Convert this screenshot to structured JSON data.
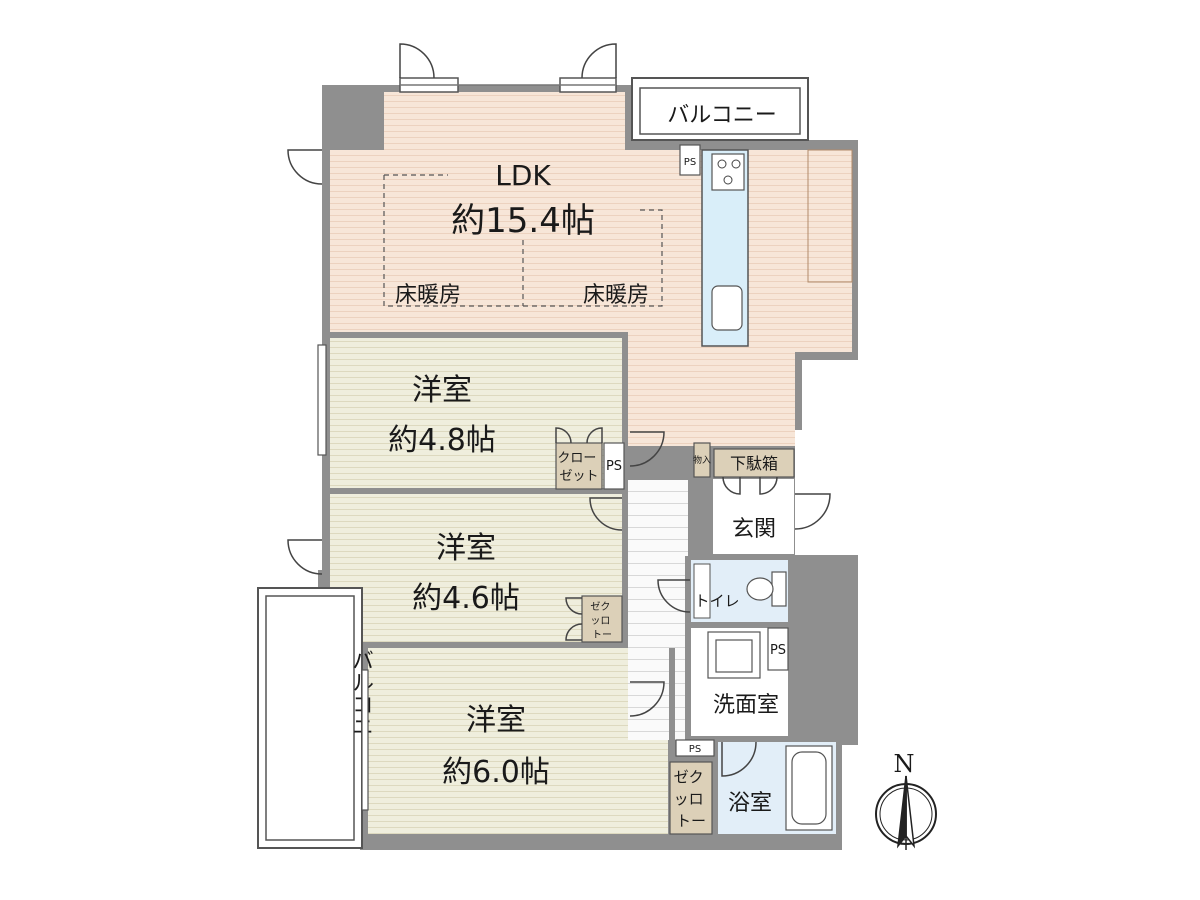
{
  "rooms": {
    "ldk": {
      "name": "LDK",
      "area": "約15.4帖",
      "floor_heating_left": "床暖房",
      "floor_heating_right": "床暖房"
    },
    "bedroom1": {
      "name": "洋室",
      "area": "約4.8帖"
    },
    "bedroom2": {
      "name": "洋室",
      "area": "約4.6帖"
    },
    "bedroom3": {
      "name": "洋室",
      "area": "約6.0帖"
    },
    "entrance": "玄関",
    "toilet": "トイレ",
    "washroom": "洗面室",
    "bathroom": "浴室",
    "shoe_box": "下駄箱",
    "storage": "物入"
  },
  "closets": {
    "closet1_line1": "クロー",
    "closet1_line2": "ゼット",
    "closet2_line1": "ゼク",
    "closet2_line2": "ッロ",
    "closet2_line3": "トー",
    "closet3_line1": "ゼク",
    "closet3_line2": "ッロ",
    "closet3_line3": "トー"
  },
  "ps_label": "PS",
  "balcony_top": "バルコニー",
  "balcony_left": "バルコニー",
  "compass": "N",
  "colors": {
    "wall": "#8f8f8f",
    "ldk_floor": "#f7e6d8",
    "room_floor": "#efeedd",
    "wet_floor": "#e2eef8",
    "closet_fill": "#dcd0b8",
    "hall_floor": "#ffffff"
  }
}
